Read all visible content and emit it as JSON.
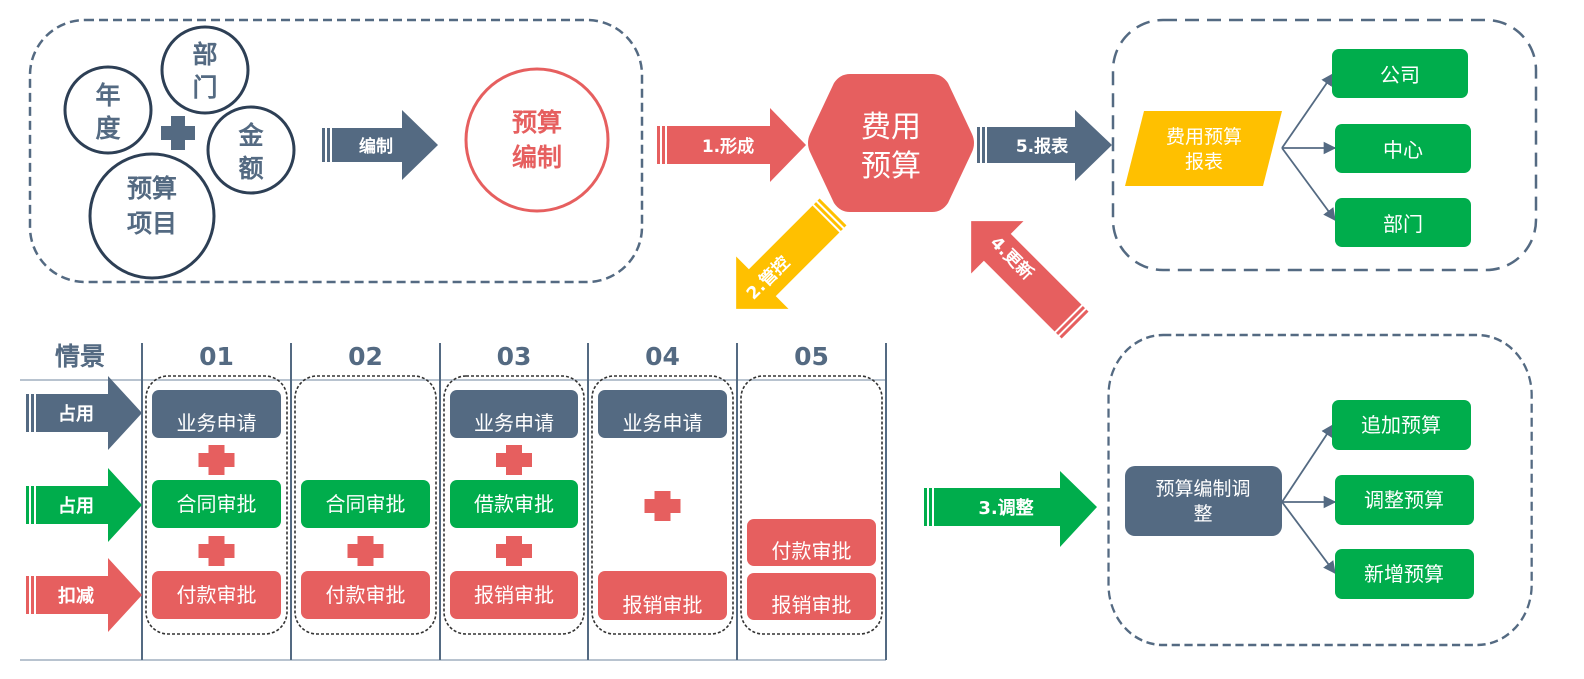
{
  "colors": {
    "slate": "#546a82",
    "red": "#e65f5f",
    "green": "#00ad4c",
    "yellow": "#ffc000",
    "white": "#ffffff",
    "dash": "#546a82",
    "dark": "#2d3f55"
  },
  "compile_panel": {
    "circles": [
      {
        "line1": "年",
        "line2": "度"
      },
      {
        "line1": "部",
        "line2": "门"
      },
      {
        "line1": "金",
        "line2": "额"
      },
      {
        "line1": "预算",
        "line2": "项目"
      }
    ],
    "arrow_label": "编制",
    "result": {
      "line1": "预算",
      "line2": "编制"
    }
  },
  "hub": {
    "line1": "费用",
    "line2": "预算"
  },
  "flows": {
    "form": "1.形成",
    "control": "2.管控",
    "adjust": "3.调整",
    "update": "4.更新",
    "report": "5.报表"
  },
  "report_panel": {
    "source": {
      "line1": "费用预算",
      "line2": "报表"
    },
    "targets": [
      "公司",
      "中心",
      "部门"
    ]
  },
  "adjust_panel": {
    "source": {
      "line1": "预算编制调",
      "line2": "整"
    },
    "targets": [
      "追加预算",
      "调整预算",
      "新增预算"
    ]
  },
  "scenario_table": {
    "header_label": "情景",
    "row_labels": [
      "占用",
      "占用",
      "扣减"
    ],
    "columns": [
      {
        "id": "01",
        "cells": [
          "业务申请",
          "合同审批",
          "付款审批"
        ]
      },
      {
        "id": "02",
        "cells": [
          "",
          "合同审批",
          "付款审批"
        ]
      },
      {
        "id": "03",
        "cells": [
          "业务申请",
          "借款审批",
          "报销审批"
        ]
      },
      {
        "id": "04",
        "cells": [
          "业务申请",
          "",
          "报销审批"
        ]
      },
      {
        "id": "05",
        "cells": [
          "",
          "付款审批",
          "报销审批"
        ]
      }
    ]
  }
}
